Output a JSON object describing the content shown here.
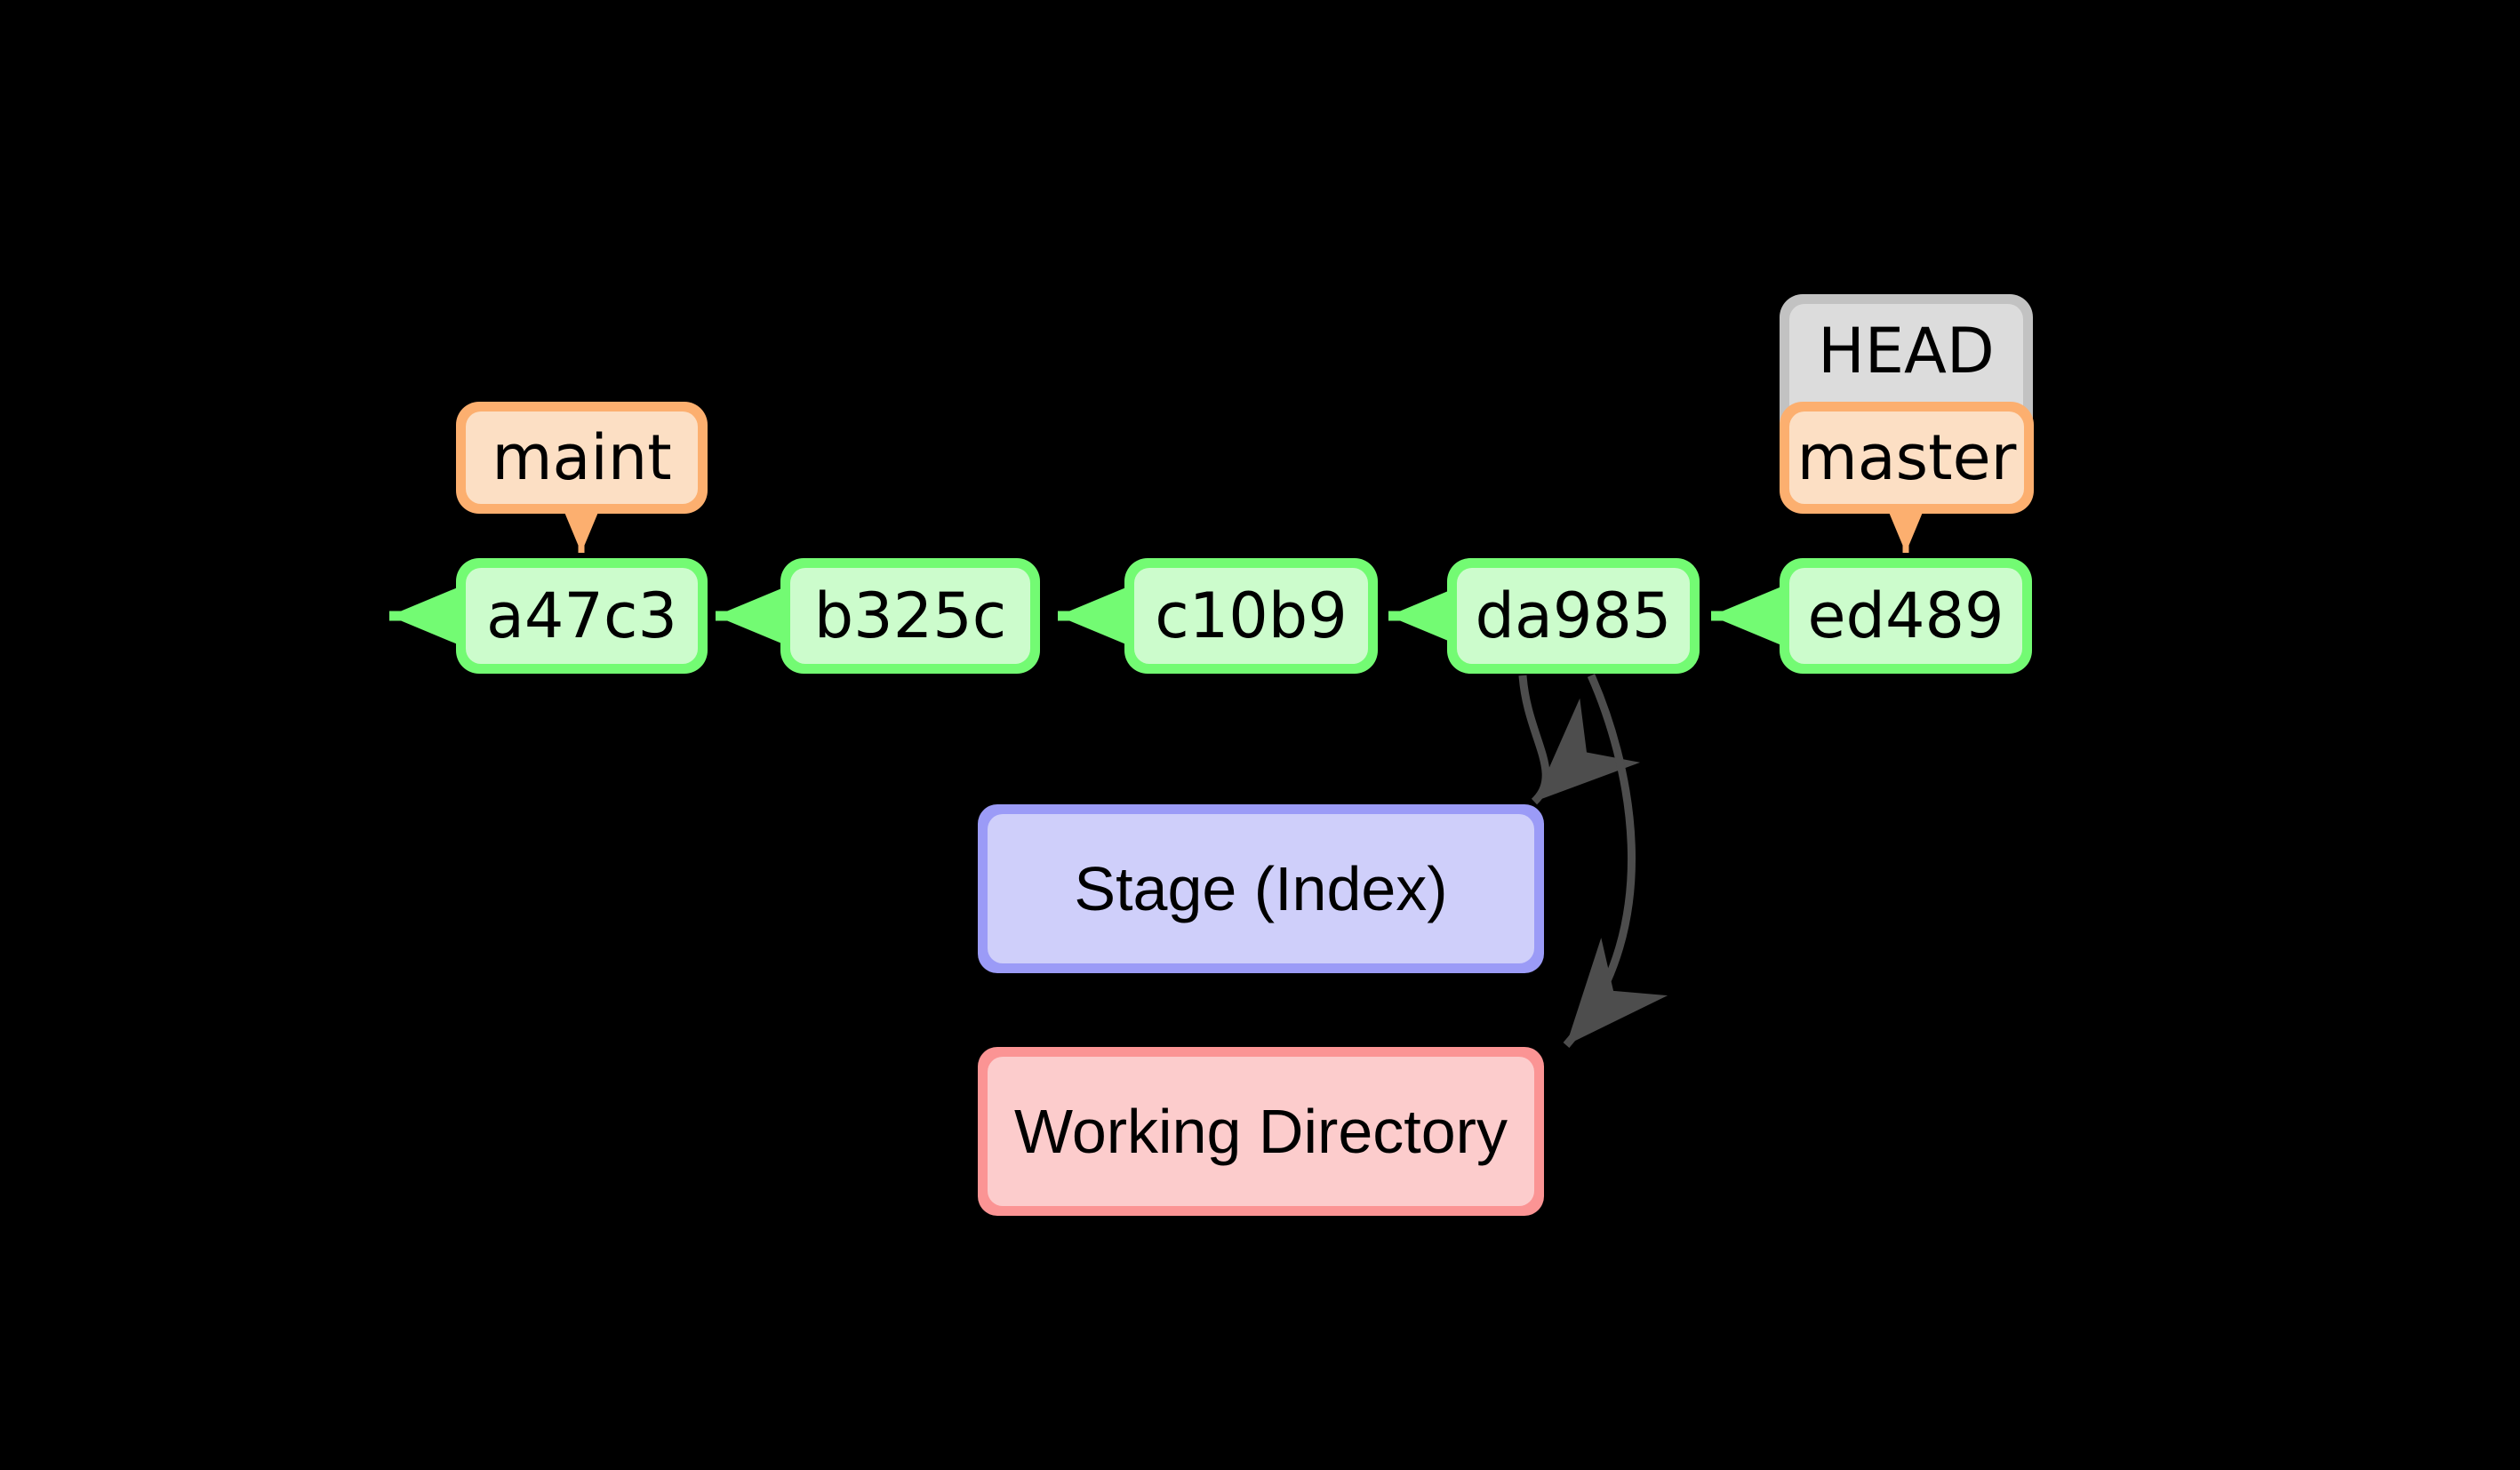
{
  "diagram": {
    "title": "Git commit graph with HEAD, branches, stage and working directory",
    "background_color": "#000000"
  },
  "colors": {
    "commit_border": "#73fb73",
    "commit_fill": "#ccfccc",
    "branch_border": "#fcaf6f",
    "branch_fill": "#fcdfc4",
    "head_border": "#c2c2c2",
    "head_fill": "#dcdcdc",
    "stage_border": "#9b9bf7",
    "stage_fill": "#cfcffa",
    "working_border": "#fb9494",
    "working_fill": "#fcccc",
    "commit_arrow": "#73fb73",
    "branch_arrow": "#fcaf6f",
    "area_arrow": "#4d4d4d",
    "text": "#000000"
  },
  "commits": [
    {
      "id": "a47c3",
      "label": "a47c3"
    },
    {
      "id": "b325c",
      "label": "b325c"
    },
    {
      "id": "c10b9",
      "label": "c10b9"
    },
    {
      "id": "da985",
      "label": "da985"
    },
    {
      "id": "ed489",
      "label": "ed489"
    }
  ],
  "refs": {
    "maint": "maint",
    "head": "HEAD",
    "master": "master"
  },
  "areas": {
    "stage": "Stage (Index)",
    "working": "Working Directory"
  }
}
